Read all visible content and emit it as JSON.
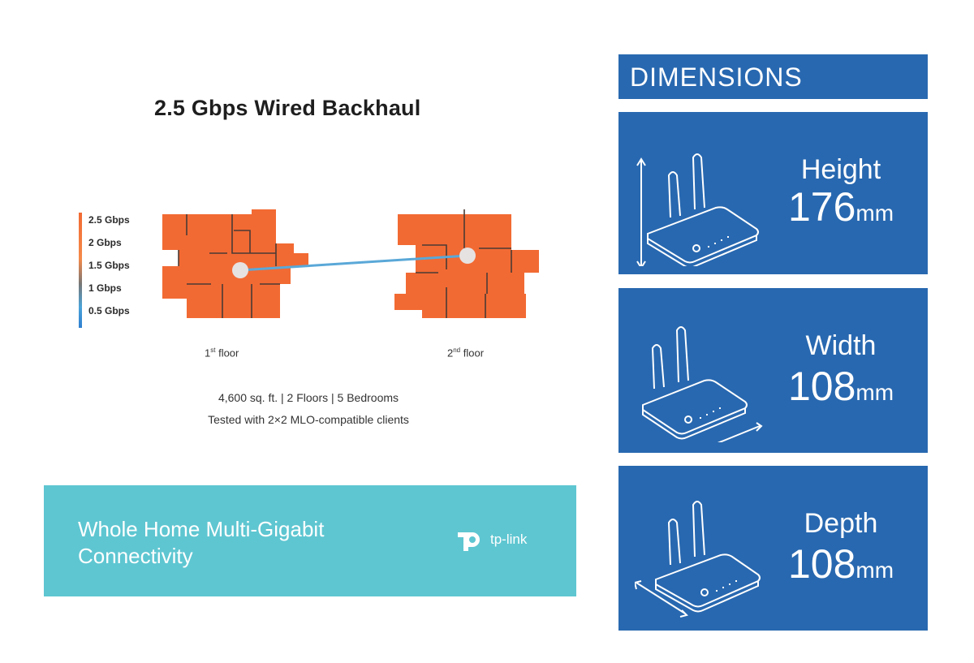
{
  "backhaul": {
    "title": "2.5 Gbps Wired Backhaul",
    "legend": [
      "2.5 Gbps",
      "2 Gbps",
      "1.5 Gbps",
      "1 Gbps",
      "0.5 Gbps"
    ],
    "floor1_label": "1",
    "floor1_sup": "st",
    "floor1_suffix": " floor",
    "floor2_label": "2",
    "floor2_sup": "nd",
    "floor2_suffix": " floor",
    "info_line1": "4,600 sq. ft. | 2 Floors | 5 Bedrooms",
    "info_line2": "Tested with 2×2 MLO-compatible clients",
    "colors": {
      "coverage": "#f26a33",
      "link": "#5aa8d8"
    }
  },
  "banner": {
    "line1": "Whole Home Multi-Gigabit",
    "line2": "Connectivity",
    "brand": "tp-link",
    "color": "#5ec6d1"
  },
  "dimensions": {
    "header": "DIMENSIONS",
    "color": "#2868b0",
    "items": [
      {
        "label": "Height",
        "value": "176",
        "unit": "mm"
      },
      {
        "label": "Width",
        "value": "108",
        "unit": "mm"
      },
      {
        "label": "Depth",
        "value": "108",
        "unit": "mm"
      }
    ]
  }
}
